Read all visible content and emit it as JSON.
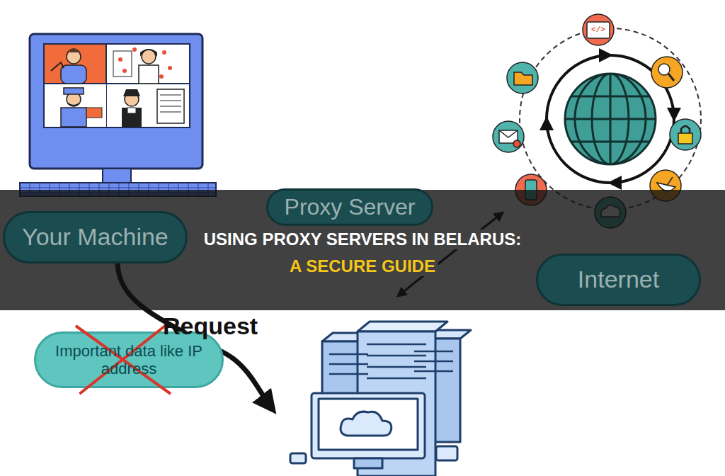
{
  "diagram": {
    "title": "USING PROXY SERVERS IN BELARUS:",
    "nodes": [
      {
        "text": [
          "Your Machine"
        ]
      },
      {
        "text": [
          "Proxy Server"
        ]
      },
      {
        "text": [
          "Internet"
        ]
      },
      {
        "text": [
          "Important data like IP address"
        ]
      }
    ],
    "labels": [
      "A SECURE GUIDE",
      "Request",
      "</>"
    ]
  }
}
